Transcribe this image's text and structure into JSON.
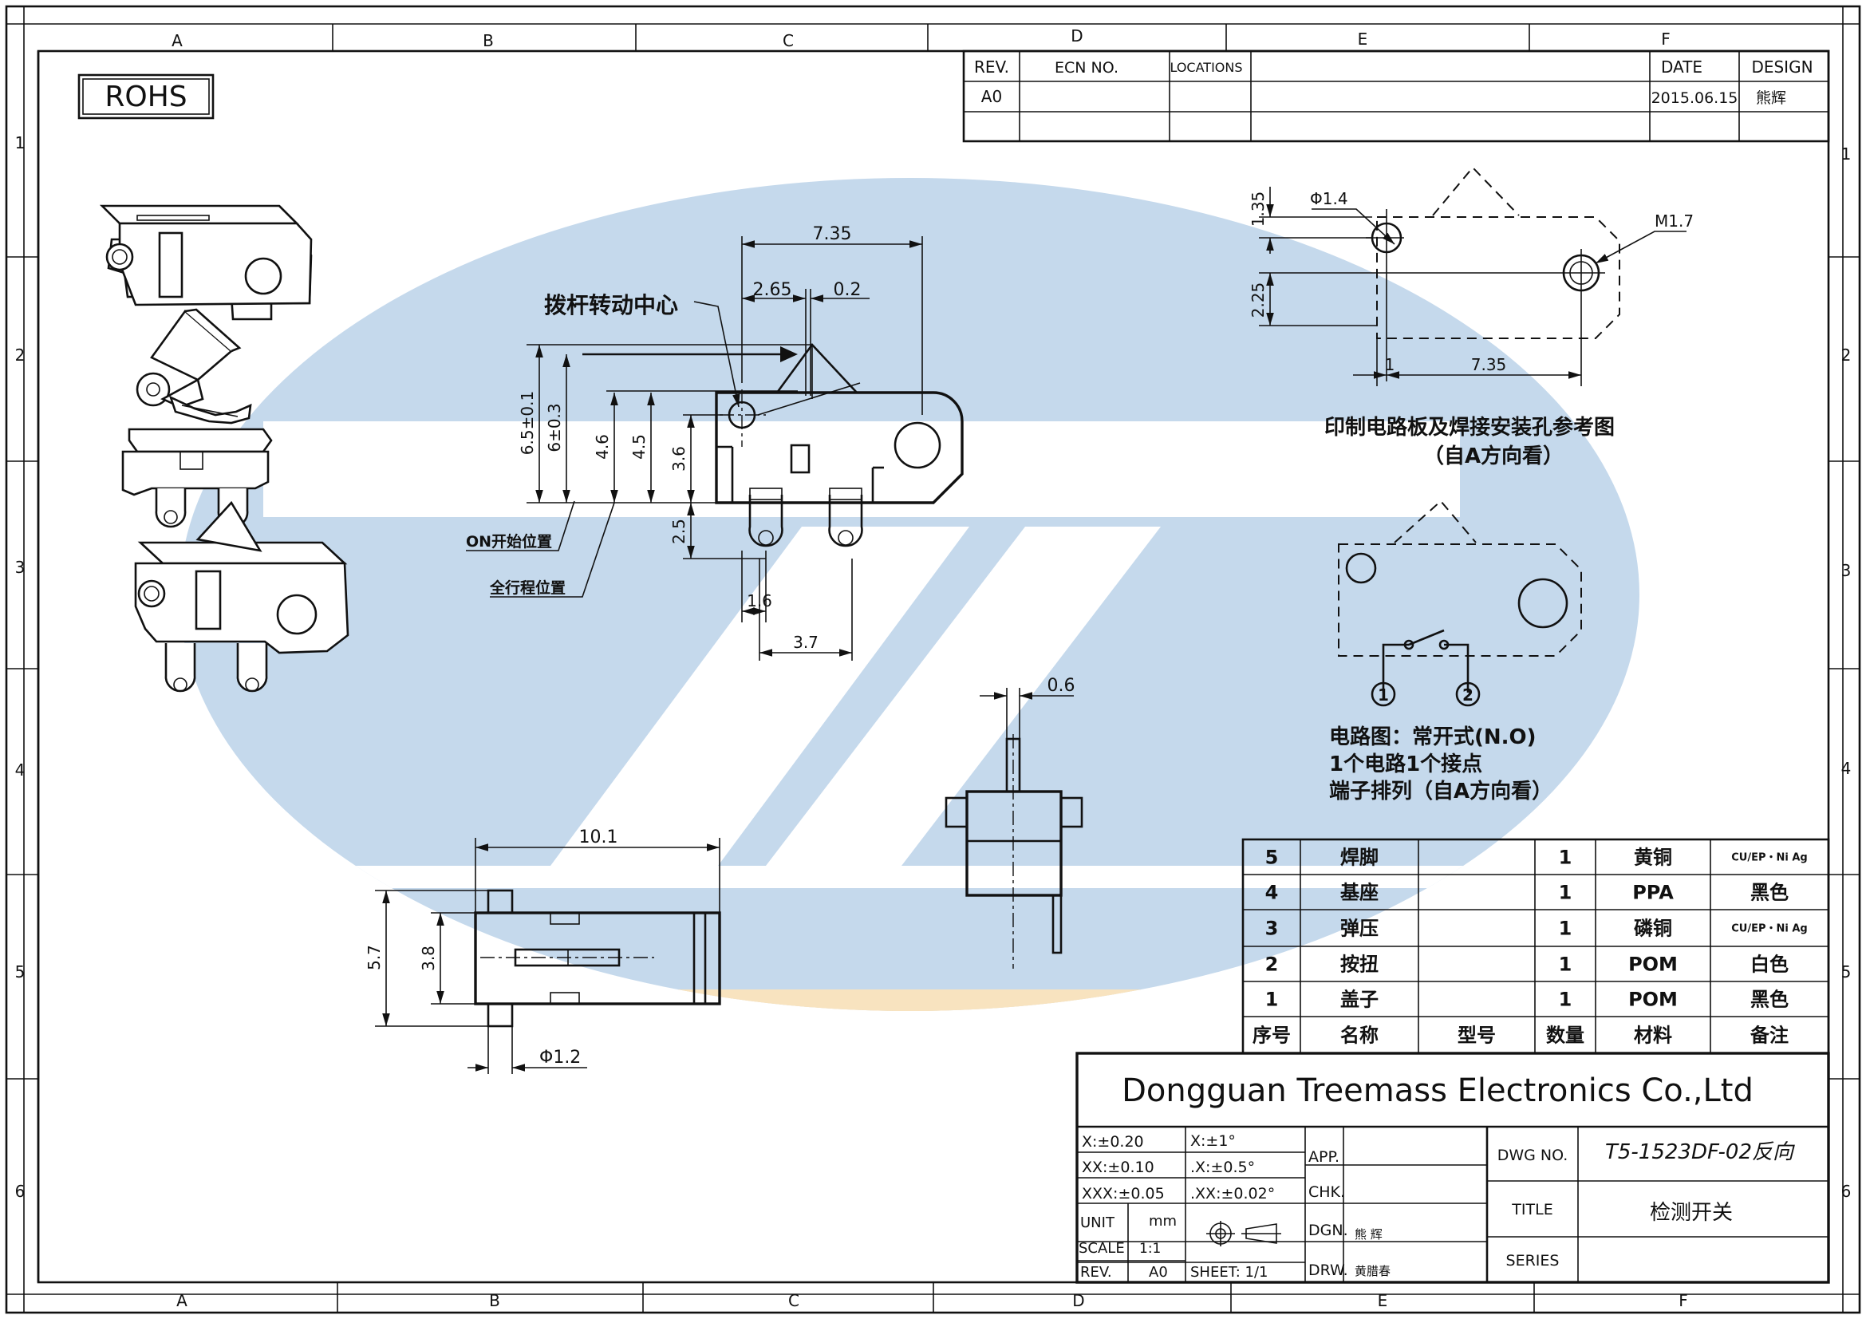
{
  "zones": {
    "cols": [
      "A",
      "B",
      "C",
      "D",
      "E",
      "F"
    ],
    "rows": [
      "1",
      "2",
      "3",
      "4",
      "5",
      "6"
    ]
  },
  "rohs": "ROHS",
  "revision": {
    "headers": [
      "REV.",
      "ECN NO.",
      "LOCATIONS",
      "",
      "DATE",
      "DESIGN"
    ],
    "rows": [
      [
        "A0",
        "",
        "",
        "",
        "2015.06.15",
        "熊辉"
      ],
      [
        "",
        "",
        "",
        "",
        "",
        ""
      ]
    ]
  },
  "side_view": {
    "pivot_label": "拨杆转动中心",
    "on_position_label": "ON开始位置",
    "full_travel_label": "全行程位置",
    "dims": [
      "7.35",
      "2.65",
      "0.2",
      "6.5±0.1",
      "6±0.3",
      "4.6",
      "4.5",
      "3.6",
      "2.5",
      "1.6",
      "3.7"
    ]
  },
  "pcb_layout": {
    "dims": [
      "1.35",
      "2.25",
      "Φ1.4",
      "M1.7",
      "1",
      "7.35"
    ],
    "caption_line1": "印制电路板及焊接安装孔参考图",
    "caption_line2": "（自A方向看）"
  },
  "circuit": {
    "terminals": [
      "1",
      "2"
    ],
    "lines": [
      "电路图：常开式(N.O)",
      "1个电路1个接点",
      "端子排列（自A方向看）"
    ]
  },
  "bottom_view": {
    "dims": [
      "10.1",
      "5.7",
      "3.8",
      "Φ1.2"
    ]
  },
  "end_view": {
    "dims": [
      "0.6"
    ]
  },
  "bom": {
    "headers": [
      "序号",
      "名称",
      "型号",
      "数量",
      "材料",
      "备注"
    ],
    "rows": [
      [
        "5",
        "焊脚",
        "",
        "1",
        "黄铜",
        "CU/EP・Ni Ag"
      ],
      [
        "4",
        "基座",
        "",
        "1",
        "PPA",
        "黑色"
      ],
      [
        "3",
        "弹压",
        "",
        "1",
        "磷铜",
        "CU/EP・Ni Ag"
      ],
      [
        "2",
        "按扭",
        "",
        "1",
        "POM",
        "白色"
      ],
      [
        "1",
        "盖子",
        "",
        "1",
        "POM",
        "黑色"
      ]
    ]
  },
  "title_block": {
    "company": "Dongguan Treemass Electronics Co.,Ltd",
    "tolerances": [
      [
        "X:±0.20",
        "X:±1°"
      ],
      [
        "XX:±0.10",
        ".X:±0.5°"
      ],
      [
        "XXX:±0.05",
        ".XX:±0.02°"
      ]
    ],
    "unit_label": "UNIT",
    "unit_value": "mm",
    "scale_label": "SCALE",
    "scale_value": "1:1",
    "rev_label": "REV.",
    "rev_value": "A0",
    "sheet": "SHEET: 1/1",
    "app_label": "APP.",
    "chk_label": "CHK.",
    "dgn_label": "DGN.",
    "dgn_value": "熊 辉",
    "drw_label": "DRW.",
    "drw_value": "黄腊春",
    "dwg_no_label": "DWG NO.",
    "dwg_no": "T5-1523DF-02反向",
    "title_label": "TITLE",
    "title": "检测开关",
    "series_label": "SERIES"
  },
  "watermark_colors": {
    "blue": "#c5d9ec",
    "orange": "#f8e3bf"
  }
}
